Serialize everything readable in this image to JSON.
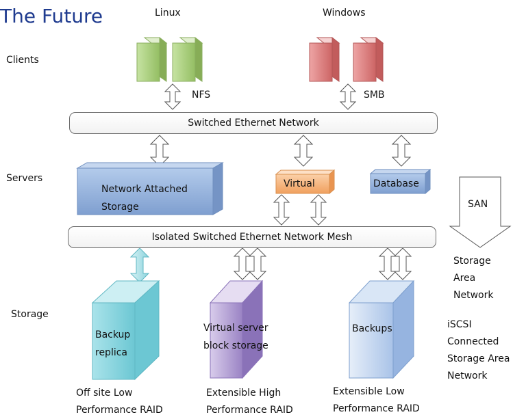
{
  "title": "The Future",
  "os_labels": {
    "linux": "Linux",
    "windows": "Windows"
  },
  "tiers": {
    "clients": "Clients",
    "servers": "Servers",
    "storage": "Storage"
  },
  "protocols": {
    "nfs": "NFS",
    "smb": "SMB"
  },
  "networks": {
    "switched": "Switched Ethernet Network",
    "isolated": "Isolated Switched Ethernet Network Mesh"
  },
  "servers": {
    "nas_line1": "Network Attached",
    "nas_line2": "Storage",
    "virtual": "Virtual",
    "database": "Database"
  },
  "san": {
    "arrow_label": "SAN",
    "desc_line1": "Storage",
    "desc_line2": "Area",
    "desc_line3": "Network"
  },
  "iscsi": {
    "line1": "iSCSI",
    "line2": "Connected",
    "line3": "Storage Area",
    "line4": "Network"
  },
  "storage_units": {
    "backup_replica_line1": "Backup",
    "backup_replica_line2": "replica",
    "virtual_block_line1": "Virtual server",
    "virtual_block_line2": "block storage",
    "backups": "Backups"
  },
  "raid_captions": {
    "offsite_line1": "Off site Low",
    "offsite_line2": "Performance RAID",
    "high_line1": "Extensible High",
    "high_line2": "Performance RAID",
    "low_line1": "Extensible Low",
    "low_line2": "Performance RAID"
  },
  "colors": {
    "linux_client": "#a9cf7c",
    "windows_client": "#de7f7f",
    "nas": "#8fb0dd",
    "virtual": "#f5b37a",
    "database": "#8fb0dd",
    "backup_replica": "#7fd1dc",
    "virtual_block": "#9a83c4",
    "backups": "#a9c3e8",
    "title": "#1f3b8f"
  }
}
